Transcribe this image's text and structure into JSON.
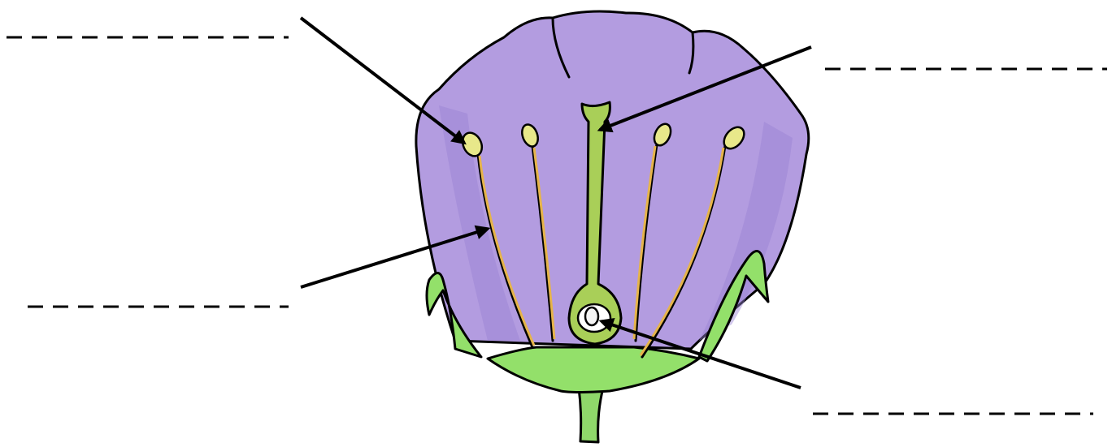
{
  "diagram": {
    "subject": "flower",
    "colors": {
      "petal": "#b39ce0",
      "petal_dark": "#9a83d2",
      "sepal": "#93e06a",
      "stem": "#8fd86a",
      "style": "#a9cf58",
      "anther": "#e8e88a",
      "filament": "#e6b44a",
      "outline": "#000000"
    },
    "stamen_count": 4,
    "labels": [
      {
        "id": "blank-top-left",
        "text": "",
        "target": "anther"
      },
      {
        "id": "blank-bottom-left",
        "text": "",
        "target": "filament"
      },
      {
        "id": "blank-top-right",
        "text": "",
        "target": "stigma"
      },
      {
        "id": "blank-bottom-right",
        "text": "",
        "target": "ovule"
      }
    ]
  }
}
